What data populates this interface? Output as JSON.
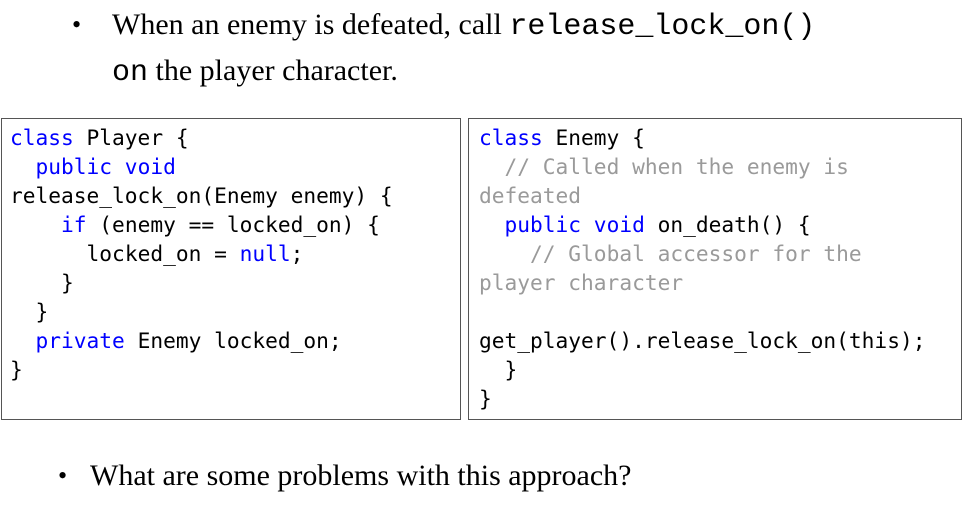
{
  "bullets": {
    "first": {
      "text_before": "When an enemy is defeated, call ",
      "code_func": "release_lock_on()",
      "code_on": "on",
      "text_after": " the player character."
    },
    "second": {
      "text": "What are some problems with this approach?"
    }
  },
  "player_code": {
    "l1_kw": "class",
    "l1_rest": " Player {",
    "l2_kw": "public void",
    "l3": "release_lock_on(Enemy enemy) {",
    "l4_kw": "if",
    "l4_rest": " (enemy == locked_on) {",
    "l5_a": "locked_on = ",
    "l5_kw": "null",
    "l5_b": ";",
    "l6": "}",
    "l7": "}",
    "l8_kw": "private",
    "l8_rest": " Enemy locked_on;",
    "l9": "}"
  },
  "enemy_code": {
    "l1_kw": "class",
    "l1_rest": " Enemy {",
    "l2_comment": "// Called when the enemy is",
    "l3_comment": "defeated",
    "l4_kw": "public void",
    "l4_rest": " on_death() {",
    "l5_comment": "// Global accessor for the",
    "l6_comment": "player character",
    "l7": "",
    "l8": "get_player().release_lock_on(this);",
    "l9": "}",
    "l10": "}"
  }
}
